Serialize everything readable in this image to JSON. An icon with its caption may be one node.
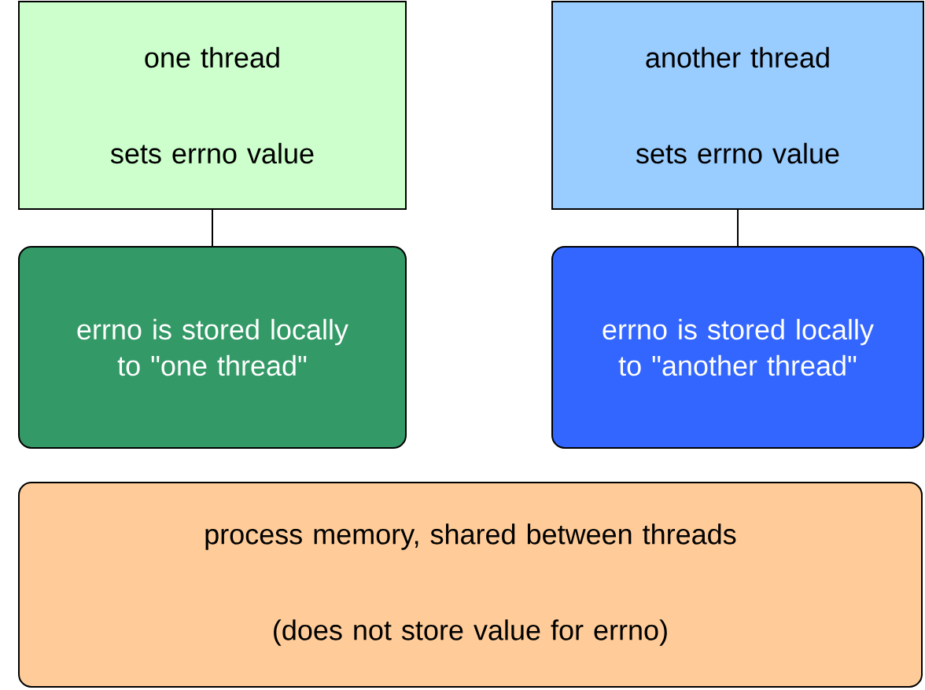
{
  "diagram": {
    "nodes": [
      {
        "text": [
          "one thread",
          "sets errno value"
        ]
      },
      {
        "text": [
          "another thread",
          "sets errno value"
        ]
      },
      {
        "text": [
          "errno is stored locally to \"one thread\""
        ]
      },
      {
        "text": [
          "errno is stored locally to \"another thread\""
        ]
      },
      {
        "text": [
          "process memory, shared between threads",
          "(does not store value for errno)"
        ]
      }
    ],
    "edges": [
      {
        "from": 0,
        "to": 2,
        "arrow": "none"
      },
      {
        "from": 1,
        "to": 3,
        "arrow": "none"
      }
    ]
  }
}
